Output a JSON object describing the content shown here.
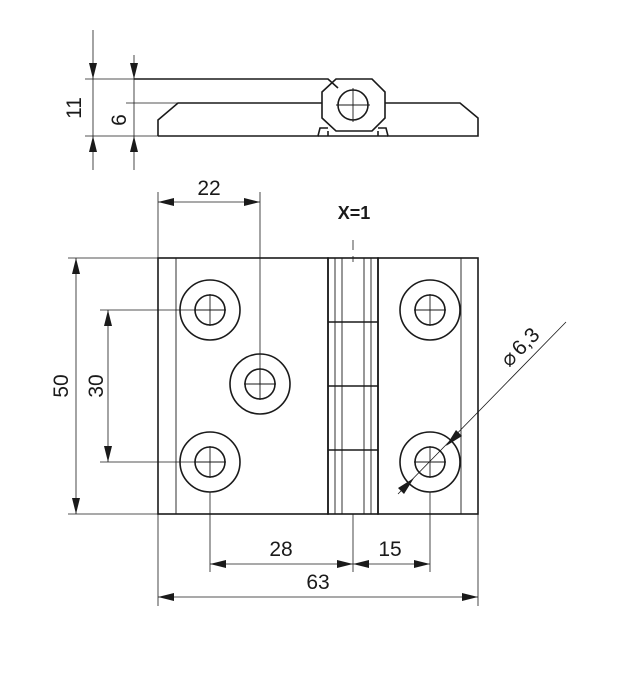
{
  "drawing": {
    "dimensions": {
      "thickness_total": "11",
      "thickness_leaf": "6",
      "width_left_to_center_hole": "22",
      "height_total": "50",
      "hole_spacing_vertical": "30",
      "hole_to_axis": "28",
      "axis_to_hole": "15",
      "width_total": "63",
      "hole_diameter": "6,3",
      "diameter_symbol": "⌀"
    },
    "note_label": "X=1"
  }
}
